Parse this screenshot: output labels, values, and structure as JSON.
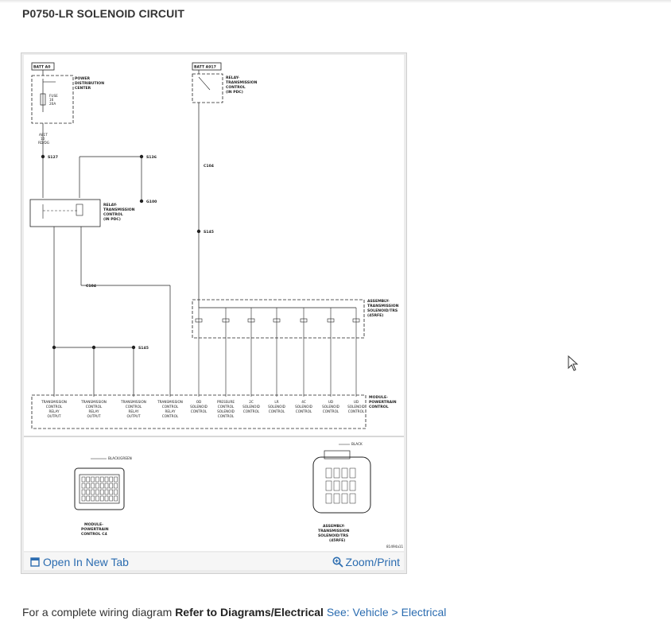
{
  "page": {
    "title": "P0750-LR SOLENOID CIRCUIT"
  },
  "diagram": {
    "batt_a0": "BATT A0",
    "batt_a917": "BATT A917",
    "pdc_label": [
      "POWER",
      "DISTRIBUTION",
      "CENTER"
    ],
    "fuse": [
      "FUSE",
      "16",
      "20A"
    ],
    "relay_top_label": [
      "RELAY-",
      "TRANSMISSION",
      "CONTROL",
      "(IN PDC)"
    ],
    "relay_mid_label": [
      "RELAY-",
      "TRANSMISSION",
      "CONTROL",
      "(IN PDC)"
    ],
    "splices": [
      "S127",
      "S136",
      "G100",
      "C104",
      "S145",
      "S145",
      "C104"
    ],
    "assembly_label": [
      "ASSEMBLY-",
      "TRANSMISSION",
      "SOLENOID/TRS",
      "(45RFE)"
    ],
    "module_label": [
      "MODULE-",
      "POWERTRAIN",
      "CONTROL"
    ],
    "wires_left": [
      "A81T",
      "10",
      "RD/DG"
    ],
    "outputs": [
      [
        "TRANSMISSION",
        "CONTROL",
        "RELAY",
        "OUTPUT"
      ],
      [
        "TRANSMISSION",
        "CONTROL",
        "RELAY",
        "OUTPUT"
      ],
      [
        "TRANSMISSION",
        "CONTROL",
        "RELAY",
        "OUTPUT"
      ],
      [
        "TRANSMISSION",
        "CONTROL",
        "RELAY",
        "CONTROL"
      ],
      [
        "OD",
        "SOLENOID",
        "CONTROL"
      ],
      [
        "PRESSURE",
        "CONTROL",
        "SOLENOID",
        "CONTROL"
      ],
      [
        "2C",
        "SOLENOID",
        "CONTROL"
      ],
      [
        "LR",
        "SOLENOID",
        "CONTROL"
      ],
      [
        "4C",
        "SOLENOID",
        "CONTROL"
      ],
      [
        "UD",
        "SOLENOID",
        "CONTROL"
      ],
      [
        "UD",
        "SOLENOID",
        "CONTROL"
      ]
    ],
    "connector_left_color": "BLACK/GREEN",
    "connector_left_label": [
      "MODULE-",
      "POWERTRAIN",
      "CONTROL C4"
    ],
    "connector_right_color": "BLACK",
    "connector_right_label": [
      "ASSEMBLY-",
      "TRANSMISSION",
      "SOLENOID/TRS",
      "(45RFE)"
    ],
    "figure_id": "81494a11"
  },
  "frame_actions": {
    "open_tab_label": "Open In New Tab",
    "zoom_label": "Zoom/Print",
    "open_tab_icon": "open-tab-icon",
    "zoom_icon": "zoom-icon"
  },
  "footer": {
    "prefix": "For a complete wiring diagram ",
    "bold": "Refer to Diagrams/Electrical",
    "link": "See: Vehicle > Electrical"
  },
  "colors": {
    "link": "#2b6cb0",
    "title": "#333333",
    "frame_bg": "#ececec"
  }
}
